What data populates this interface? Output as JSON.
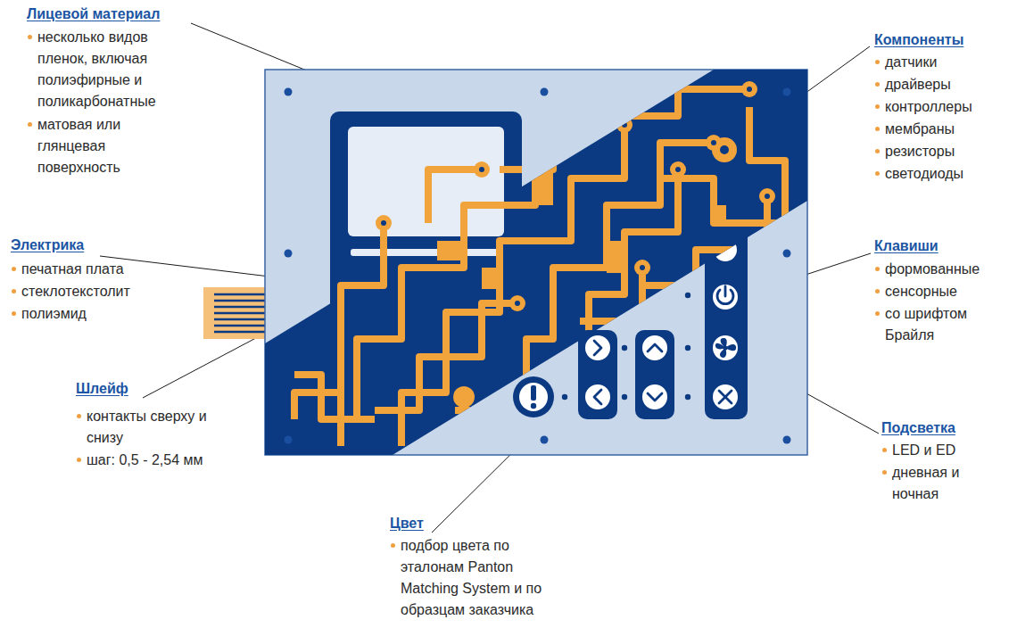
{
  "diagram": {
    "labels": [
      "Лицевой материал",
      "несколько видов пленок, включая полиэфирные и поликарбонатные",
      "матовая или глянцевая поверхность",
      "Электрика",
      "печатная плата",
      "стеклотекстолит",
      "полиэмид",
      "Шлейф",
      "контакты сверху и снизу",
      "шаг: 0,5 - 2,54 мм",
      "Цвет",
      "подбор цвета по эталонам Panton Matching System и по образцам заказчика",
      "Компоненты",
      "датчики",
      "драйверы",
      "контроллеры",
      "мембраны",
      "резисторы",
      "светодиоды",
      "Клавиши",
      "формованные",
      "сенсорные",
      "со шрифтом Брайля",
      "Подсветка",
      "LED и ED",
      "дневная и ночная"
    ]
  }
}
